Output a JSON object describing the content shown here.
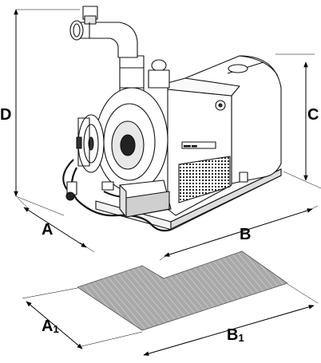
{
  "diagram": {
    "dimension_labels": {
      "A": "A",
      "B": "B",
      "C": "C",
      "D": "D",
      "A1": {
        "letter": "A",
        "sub": "1"
      },
      "B1": {
        "letter": "B",
        "sub": "1"
      }
    },
    "machine_name_plate_text": "▪▪▪▪ ▪▪▪"
  }
}
